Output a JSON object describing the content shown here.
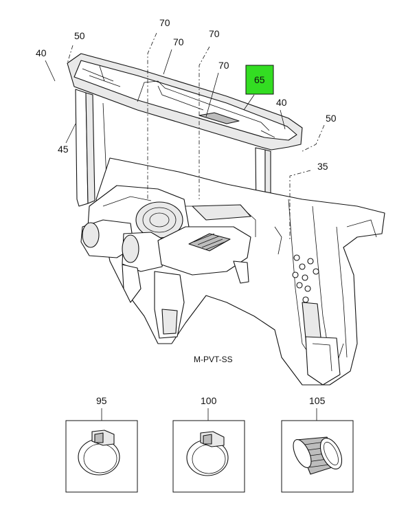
{
  "callouts": {
    "c50_left": "50",
    "c40_left": "40",
    "c70_a": "70",
    "c70_b": "70",
    "c70_c": "70",
    "c70_d": "70",
    "c65": "65",
    "c40_right": "40",
    "c50_right": "50",
    "c45": "45",
    "c35": "35"
  },
  "highlight": {
    "color": "#33dd22",
    "label": "65"
  },
  "caption": "M-PVT-SS",
  "detail_parts": [
    {
      "number": "95",
      "icon": "hose-clamp-icon"
    },
    {
      "number": "100",
      "icon": "hose-clamp-icon"
    },
    {
      "number": "105",
      "icon": "corrugated-hose-icon"
    }
  ]
}
